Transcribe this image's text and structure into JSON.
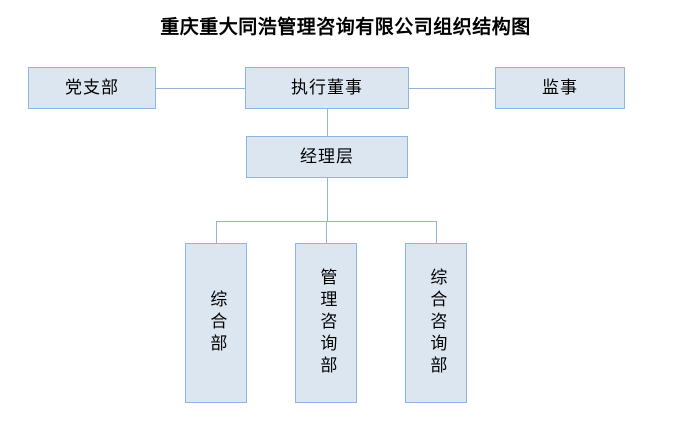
{
  "chart": {
    "title": "重庆重大同浩管理咨询有限公司组织结构图",
    "type": "org-chart",
    "colors": {
      "node_fill": "#dce6f1",
      "node_border": "#8eb4e3",
      "connector": "#95b3d7",
      "background": "#ffffff",
      "text": "#000000"
    },
    "nodes": {
      "party_branch": "党支部",
      "executive_director": "执行董事",
      "supervisor": "监事",
      "management_level": "经理层",
      "general_dept": "综合部",
      "management_consulting_dept": "管理咨询部",
      "general_consulting_dept": "综合咨询部"
    },
    "levels": [
      {
        "level": 1,
        "labels": [
          "党支部",
          "执行董事",
          "监事"
        ]
      },
      {
        "level": 2,
        "labels": [
          "经理层"
        ]
      },
      {
        "level": 3,
        "labels": [
          "综合部",
          "管理咨询部",
          "综合咨询部"
        ]
      }
    ],
    "connections": [
      {
        "from": "党支部",
        "to": "执行董事"
      },
      {
        "from": "执行董事",
        "to": "监事"
      },
      {
        "from": "执行董事",
        "to": "经理层"
      },
      {
        "from": "经理层",
        "to": "综合部"
      },
      {
        "from": "经理层",
        "to": "管理咨询部"
      },
      {
        "from": "经理层",
        "to": "综合咨询部"
      }
    ]
  }
}
